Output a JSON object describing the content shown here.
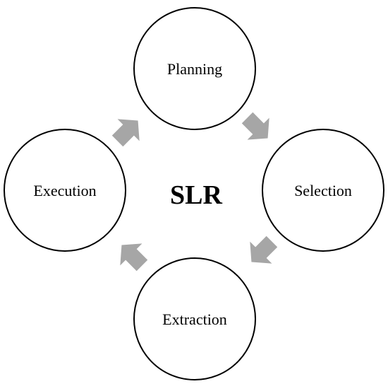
{
  "diagram": {
    "center_label": "SLR",
    "stages": [
      {
        "label": "Planning"
      },
      {
        "label": "Selection"
      },
      {
        "label": "Extraction"
      },
      {
        "label": "Execution"
      }
    ],
    "arrow_color": "#a6a6a6",
    "circle_stroke": "#000000"
  }
}
